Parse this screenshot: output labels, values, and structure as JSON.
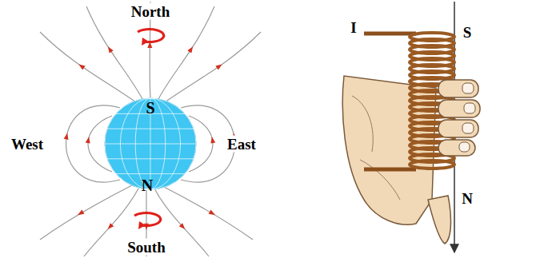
{
  "diagram": {
    "nodes": [
      {
        "text": [
          "S",
          "N"
        ]
      }
    ],
    "labels": [
      "North",
      "West",
      "East",
      "South",
      "I",
      "S",
      "N"
    ]
  }
}
